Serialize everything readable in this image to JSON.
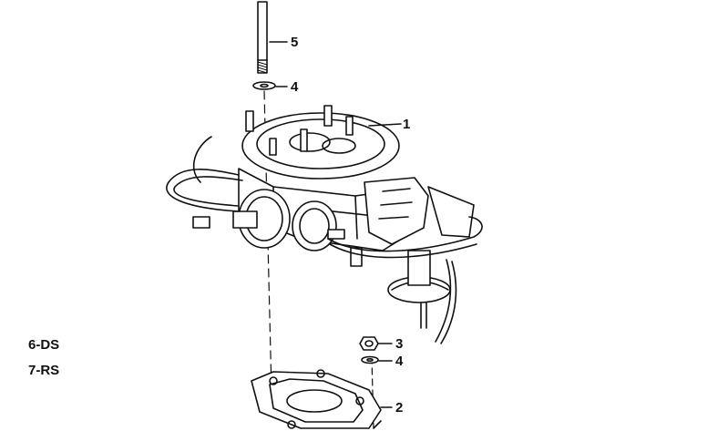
{
  "callouts": {
    "c1": "1",
    "c2": "2",
    "c3": "3",
    "c4_top": "4",
    "c4_bottom": "4",
    "c5": "5"
  },
  "legend": {
    "item6": "6-DS",
    "item7": "7-RS"
  },
  "colors": {
    "ink": "#111111",
    "background": "#ffffff"
  }
}
